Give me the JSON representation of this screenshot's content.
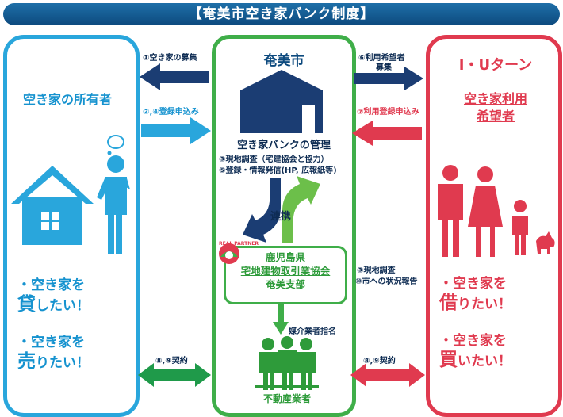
{
  "title": "【奄美市空き家バンク制度】",
  "owner": {
    "heading": "空き家の所有者",
    "wish_rent": [
      "・空き家を",
      "貸",
      "したい！"
    ],
    "wish_sell": [
      "・空き家を",
      "売",
      "りたい！"
    ]
  },
  "city": {
    "name": "奄美市",
    "management": "空き家バンクの管理",
    "item1": "③現地調査（宅建協会と協力）",
    "item2": "⑤登録・情報発信(HP, 広報紙等)",
    "renkei": "連携",
    "association": [
      "鹿児島県",
      "宅地建物取引業協会",
      "奄美支部"
    ],
    "seal_text": "REAL PARTNER",
    "broker_label": "媒介業者指名",
    "realtor": "不動産業者"
  },
  "user": {
    "iu": "I・Uターン",
    "heading": [
      "空き家利用",
      "希望者"
    ],
    "wish_borrow": [
      "・空き家を",
      "借",
      "りたい！"
    ],
    "wish_buy": [
      "・空き家を",
      "買",
      "いたい！"
    ]
  },
  "arrows": {
    "recruit": "①空き家の募集",
    "apply_owner": "②,④登録申込み",
    "contract_left": "⑧,⑨契約",
    "recruit_user_1": "⑥利用希望者",
    "recruit_user_2": "募集",
    "apply_user": "⑦利用登録申込み",
    "survey_1": "③現地調査",
    "survey_2": "⑩市への状況報告",
    "contract_right": "⑧,⑨契約"
  },
  "colors": {
    "owner_blue": "#29a6dc",
    "city_navy": "#0d4a7e",
    "green": "#3fae49",
    "user_red": "#e03a4f"
  }
}
